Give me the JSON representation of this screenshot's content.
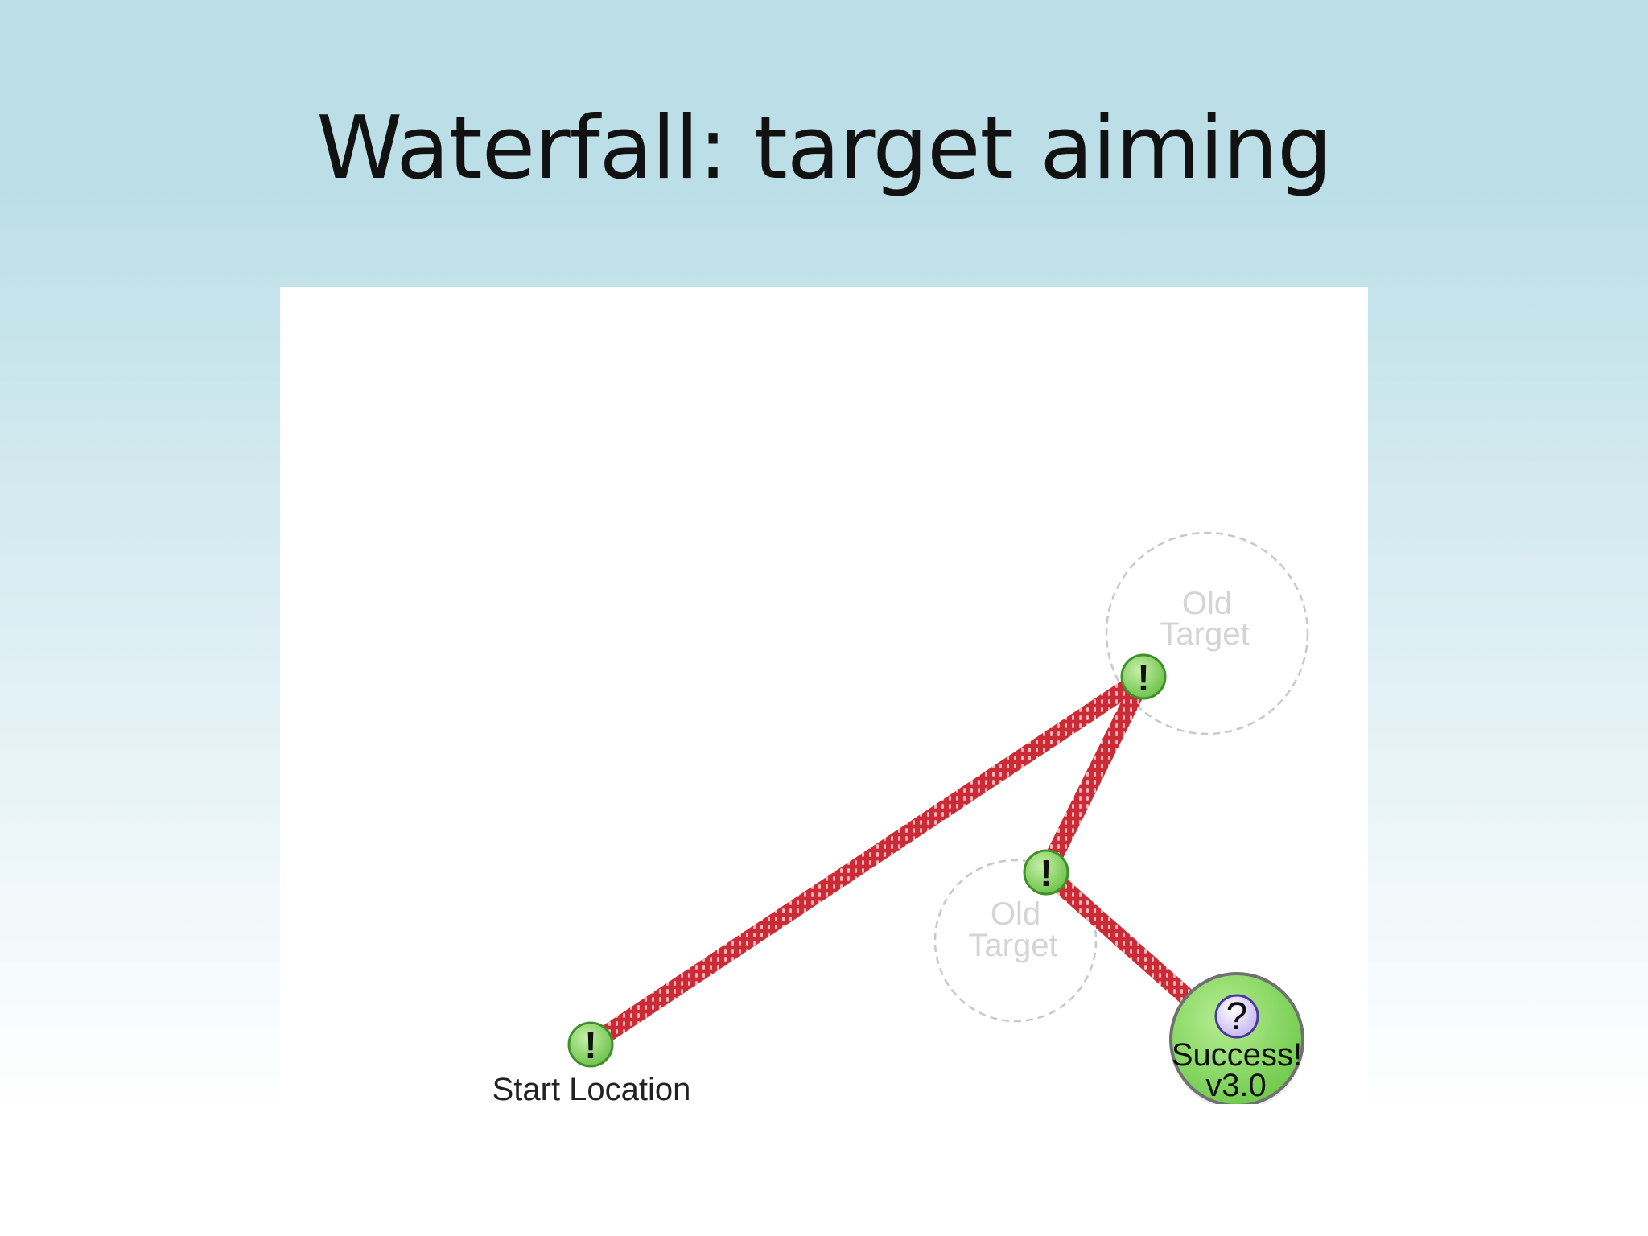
{
  "slide": {
    "title": "Waterfall: target aiming"
  },
  "diagram": {
    "old_target_1": {
      "line1": "Old",
      "line2": "Target"
    },
    "old_target_2": {
      "line1": "Old",
      "line2": "Target"
    },
    "marker_symbol": "!",
    "start_label": "Start Location",
    "success": {
      "symbol": "?",
      "line1": "Success!",
      "line2": "v3.0"
    },
    "icons": {
      "waypoint": "exclamation-marker-icon",
      "goal": "question-marker-icon"
    },
    "colors": {
      "path": "#cc2a35",
      "path_pattern": "#f3b7bc",
      "marker_fill": "#8fd56a",
      "marker_stroke": "#3f8f2c",
      "goal_fill": "#8ad45e",
      "goal_stroke": "#707070",
      "question_fill": "#d9ccf5",
      "question_stroke": "#4a3aa0",
      "ghost_circle": "#c8c8c8"
    }
  }
}
